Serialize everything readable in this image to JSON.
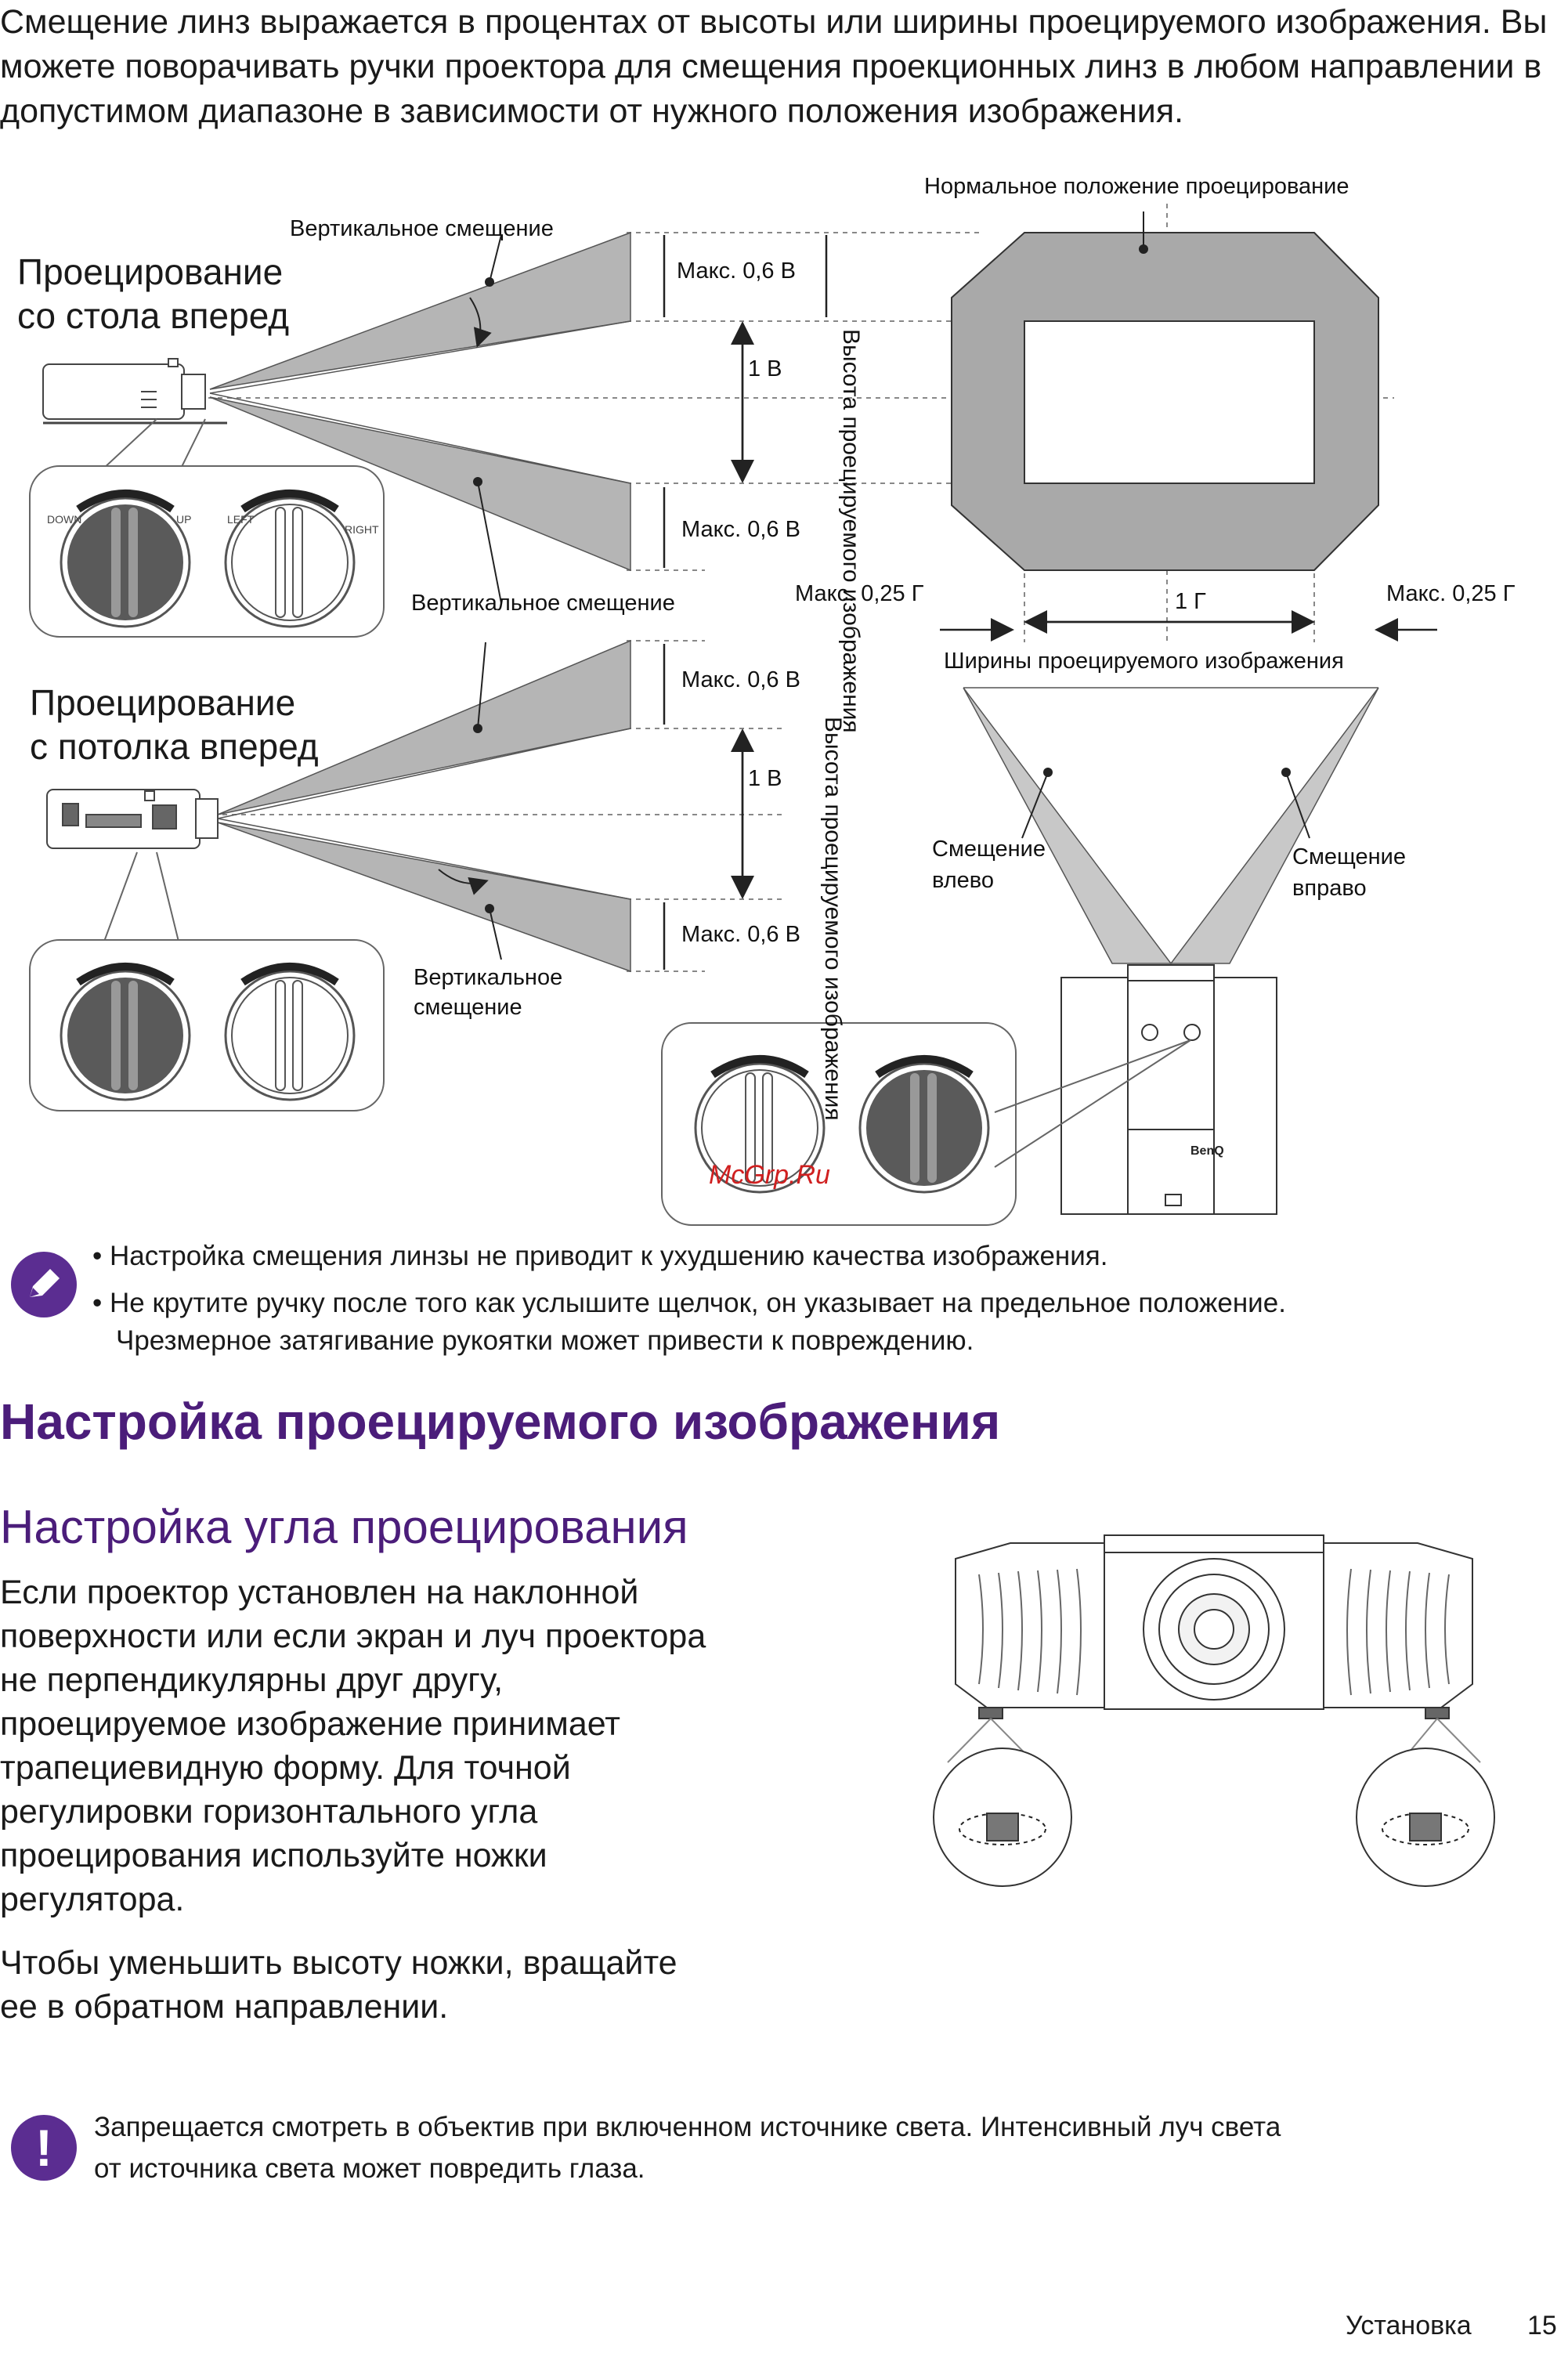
{
  "intro": "Смещение линз выражается в процентах от высоты или ширины проецируемого изображения. Вы можете поворачивать ручки проектора для смещения проекционных линз в любом направлении в допустимом диапазоне в зависимости от нужного положения изображения.",
  "diagram": {
    "normal_position": "Нормальное положение проецирование",
    "vertical_shift": "Вертикальное смещение",
    "vertical_shift_2": "Вертикальное смещение",
    "vertical_shift_3_line1": "Вертикальное",
    "vertical_shift_3_line2": "смещение",
    "table_front_line1": "Проецирование",
    "table_front_line2": "со стола вперед",
    "ceiling_front_line1": "Проецирование",
    "ceiling_front_line2": "с потолка вперед",
    "max_06v_1": "Макс. 0,6 В",
    "max_06v_2": "Макс. 0,6 В",
    "max_06v_3": "Макс. 0,6 В",
    "max_06v_4": "Макс. 0,6 В",
    "one_v_1": "1 В",
    "one_v_2": "1 В",
    "height_label_1": "Высота проецируемого изображения",
    "height_label_2": "Высота проецируемого изображения",
    "max_025h_left": "Макс. 0,25 Г",
    "max_025h_right": "Макс. 0,25 Г",
    "one_h": "1 Г",
    "width_label": "Ширины проецируемого изображения",
    "shift_left_line1": "Смещение",
    "shift_left_line2": "влево",
    "shift_right_line1": "Смещение",
    "shift_right_line2": "вправо",
    "knob_down": "DOWN",
    "knob_up": "UP",
    "knob_left": "LEFT",
    "knob_right": "RIGHT",
    "brand": "BenQ",
    "watermark": "McGrp.Ru"
  },
  "notes": {
    "item1": "• Настройка смещения линзы не приводит к ухудшению качества изображения.",
    "item2_line1": "• Не крутите ручку после того как услышите щелчок, он указывает на предельное положение.",
    "item2_line2": "Чрезмерное затягивание рукоятки может привести к повреждению."
  },
  "section_title": "Настройка проецируемого изображения",
  "subsection_title": "Настройка угла проецирования",
  "paragraph1": [
    "Если проектор установлен на наклонной",
    "поверхности или если экран и луч проектора",
    "не перпендикулярны друг другу,",
    "проецируемое изображение принимает",
    "трапециевидную форму. Для точной",
    "регулировки горизонтального угла",
    "проецирования используйте ножки",
    "регулятора."
  ],
  "paragraph2": [
    "Чтобы уменьшить высоту ножки, вращайте",
    "ее в обратном направлении."
  ],
  "warning": {
    "line1": "Запрещается смотреть в объектив при включенном источнике света. Интенсивный луч света",
    "line2": "от источника света может повредить глаза."
  },
  "footer": {
    "section": "Установка",
    "page": "15"
  },
  "colors": {
    "heading": "#4b1d7a",
    "icon_bg": "#5b2d91",
    "beam": "#b3b3b3",
    "knob": "#6a6a6a"
  },
  "icons": [
    "pencil-note-icon",
    "exclamation-warning-icon"
  ]
}
